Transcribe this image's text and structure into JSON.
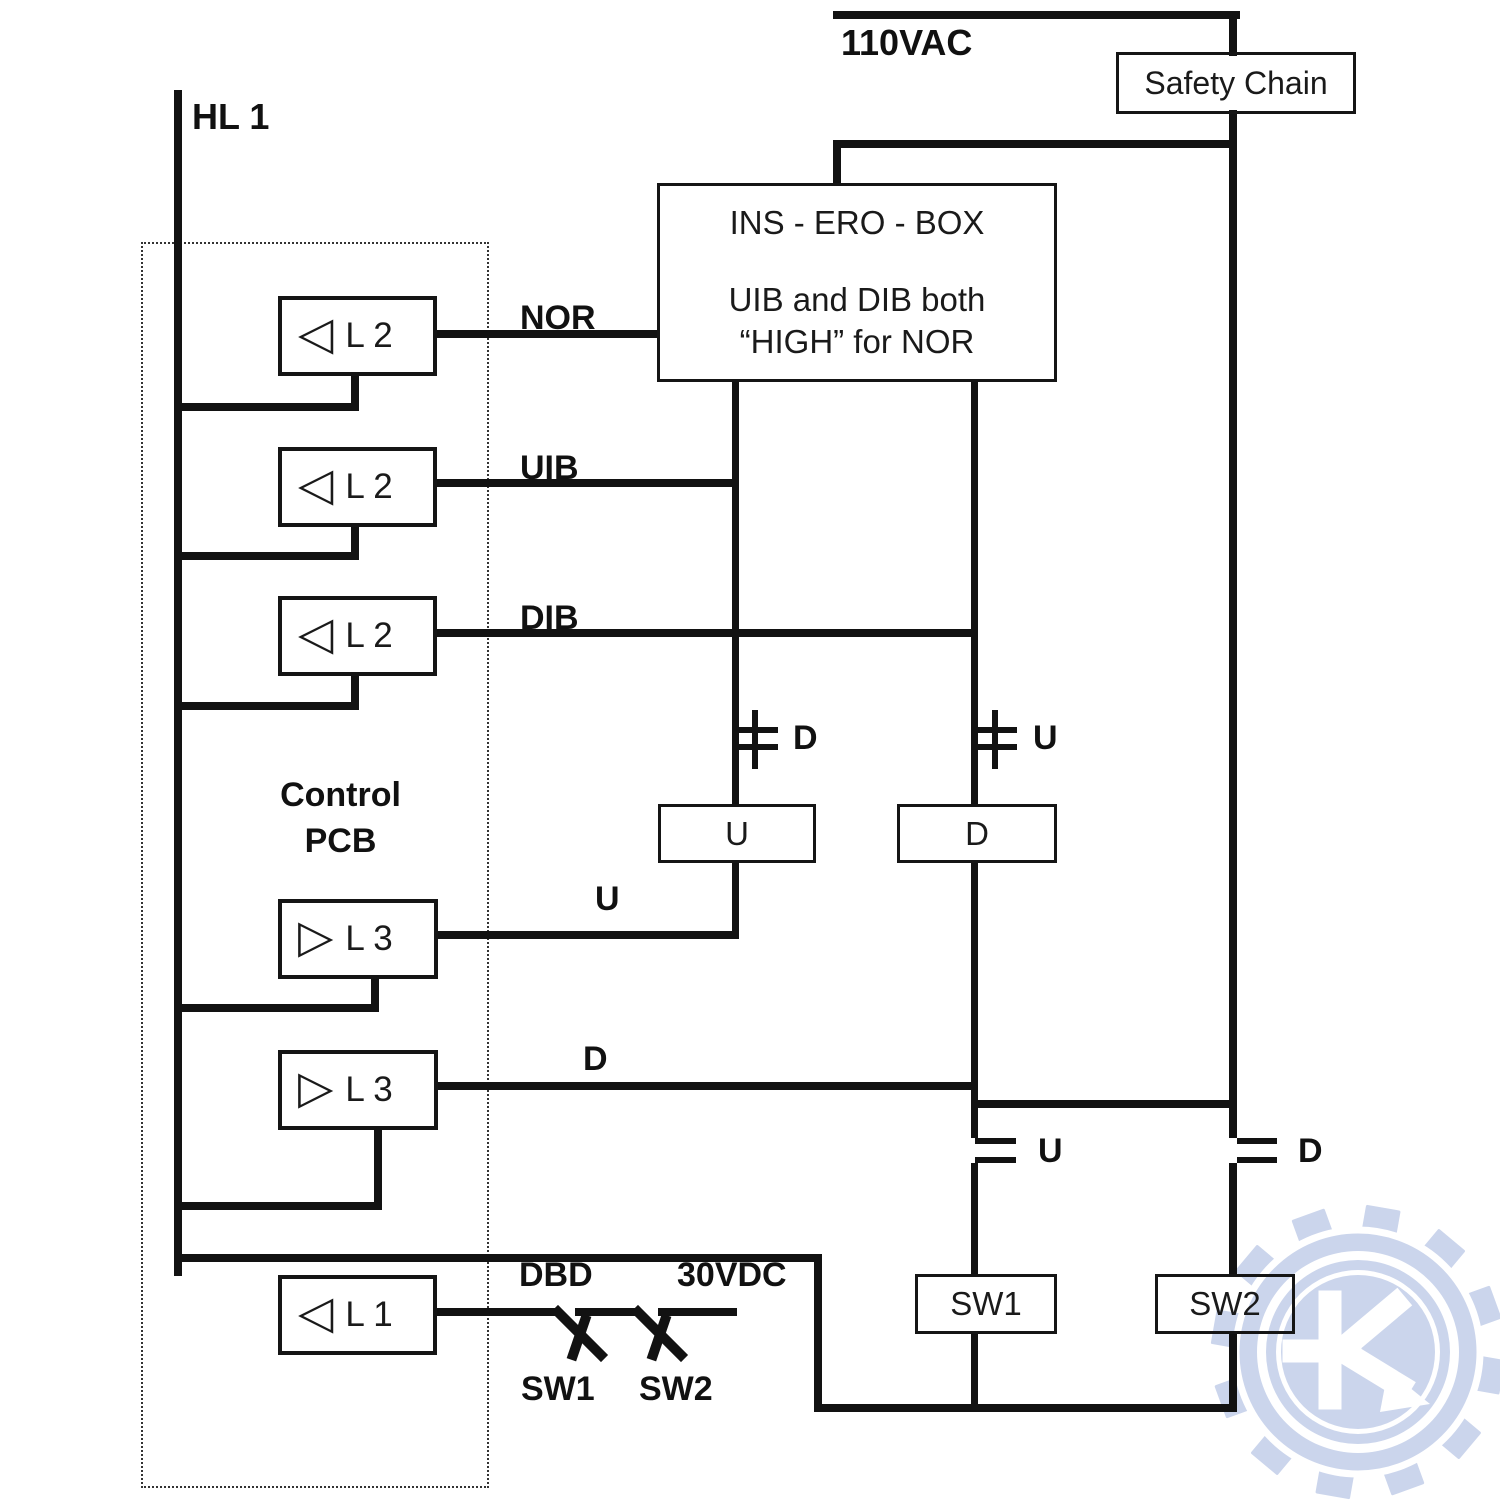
{
  "title": "elevator-inspection-wiring-diagram",
  "colors": {
    "line": "#121212",
    "text": "#111111",
    "watermark": "#cbd5ec"
  },
  "icons": {
    "triangle_left": "◁",
    "triangle_right": "▷",
    "gear_watermark": "gear-with-K-arrow"
  },
  "power": {
    "top_label": "110VAC",
    "bottom_label": "30VDC"
  },
  "safety_chain": {
    "label": "Safety Chain"
  },
  "ins_box": {
    "line1": "INS - ERO - BOX",
    "line2": "UIB and DIB both",
    "line3": "“HIGH” for NOR"
  },
  "left_rail": {
    "label": "HL 1"
  },
  "control_pcb": {
    "line1": "Control",
    "line2": "PCB"
  },
  "opto_boxes": {
    "l2a": "L 2",
    "l2b": "L 2",
    "l2c": "L 2",
    "l3a": "L 3",
    "l3b": "L 3",
    "l1": "L 1"
  },
  "signals": {
    "nor": "NOR",
    "uib": "UIB",
    "dib": "DIB",
    "u_wire": "U",
    "d_wire": "D",
    "dbd": "DBD"
  },
  "contacts": {
    "upper_left_cap": "D",
    "upper_right_cap": "U",
    "lower_left_cap": "U",
    "lower_right_cap": "D"
  },
  "relay_boxes": {
    "u_box": "U",
    "d_box": "D",
    "sw1_box": "SW1",
    "sw2_box": "SW2"
  },
  "switch_labels": {
    "sw1": "SW1",
    "sw2": "SW2"
  }
}
